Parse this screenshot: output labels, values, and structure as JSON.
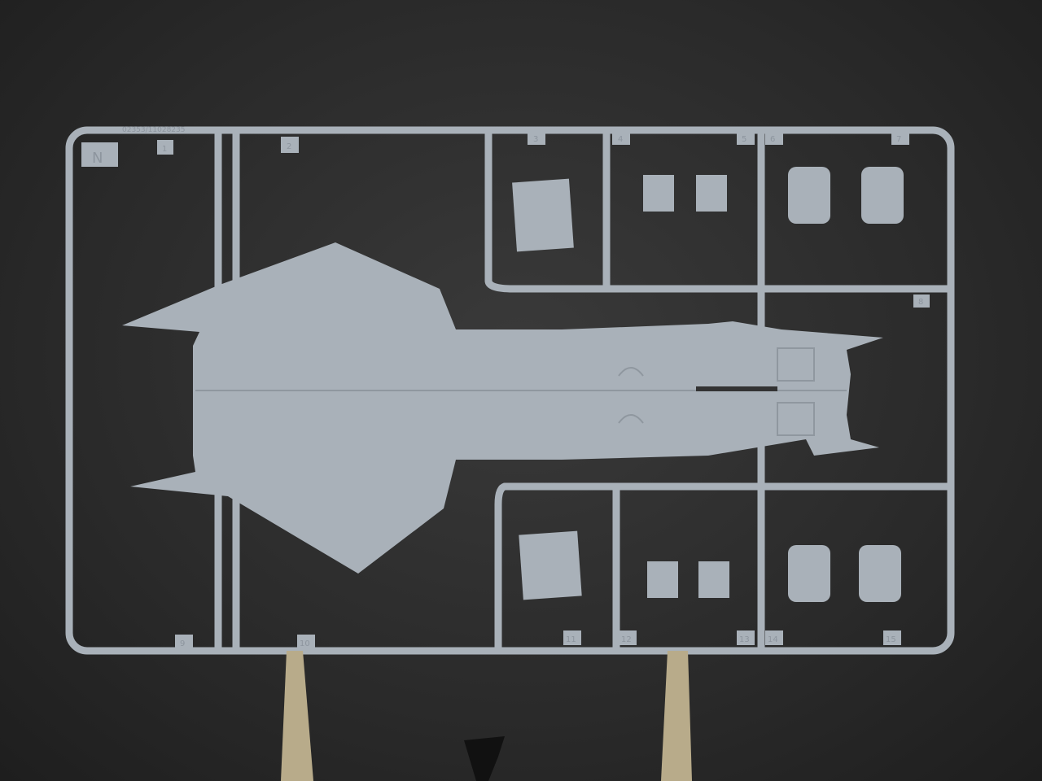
{
  "sprue": {
    "letter": "N",
    "code": "02353/11028235",
    "part_numbers": [
      "1",
      "2",
      "3",
      "4",
      "5",
      "6",
      "7",
      "8",
      "9",
      "10",
      "11",
      "12",
      "13",
      "14",
      "15"
    ]
  },
  "colors": {
    "plastic": "#a9b1b9",
    "background": "#2b2b2b",
    "clip": "#b8ab8a"
  }
}
